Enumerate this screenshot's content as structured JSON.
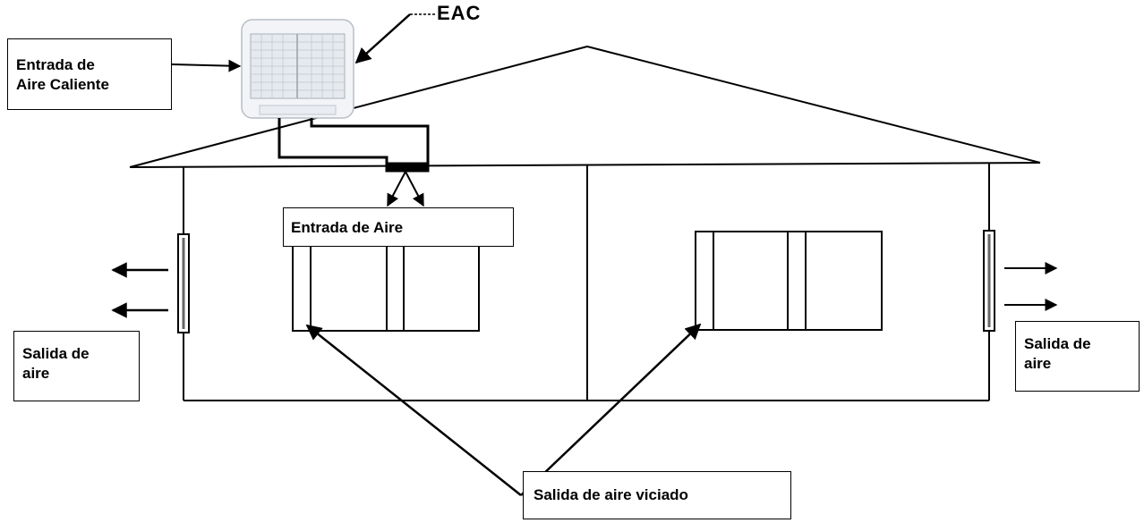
{
  "labels": {
    "eac": "EAC",
    "hot_air_inlet": "Entrada de\nAire Caliente",
    "air_inlet": "Entrada de Aire",
    "air_outlet_left": "Salida de\naire",
    "air_outlet_right": "Salida de\naire",
    "stale_air_outlet": "Salida de aire viciado"
  },
  "colors": {
    "line": "#000000",
    "cooler_body": "#f2f4f7",
    "cooler_grille": "#c8ced6"
  }
}
